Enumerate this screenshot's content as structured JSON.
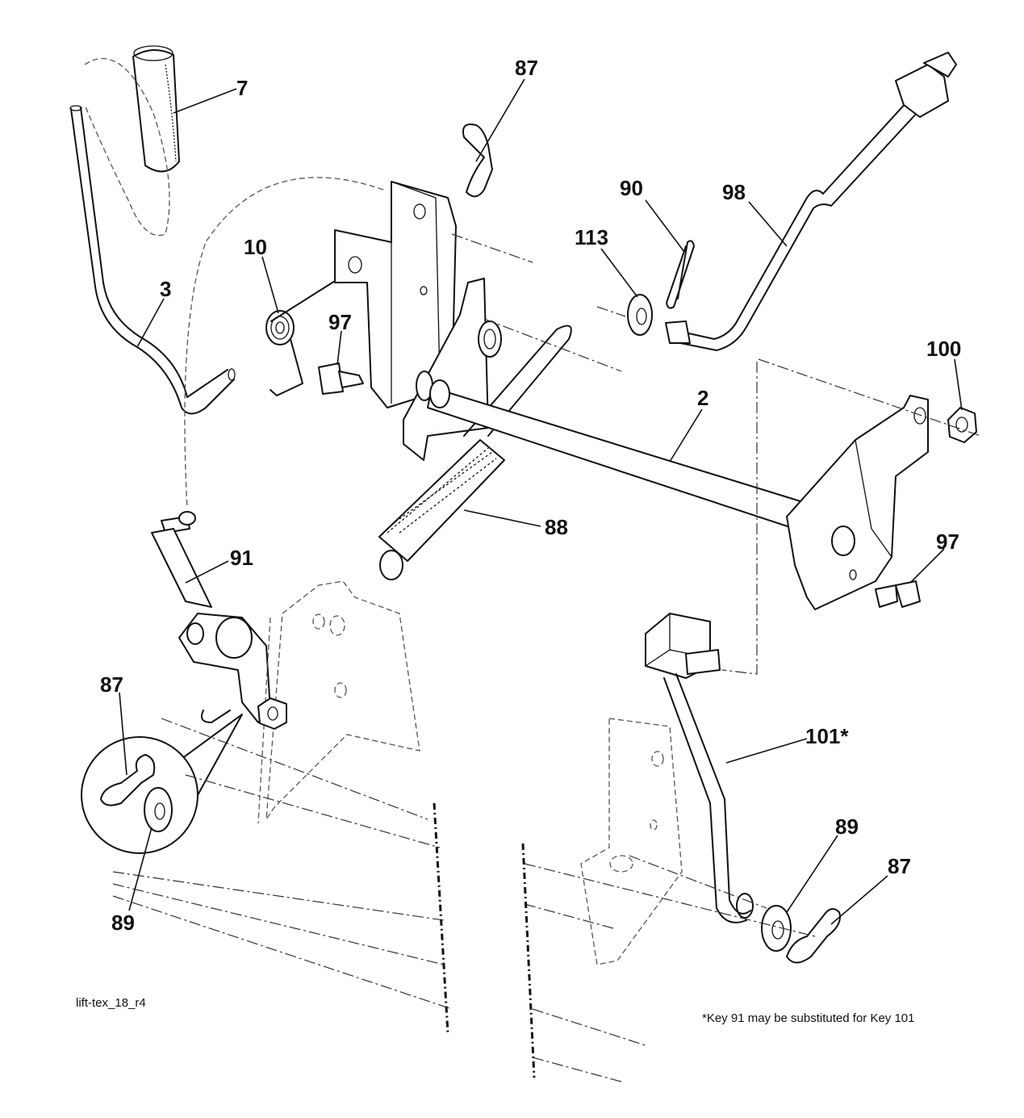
{
  "callouts": {
    "c7": "7",
    "c87a": "87",
    "c90": "90",
    "c98": "98",
    "c113": "113",
    "c10": "10",
    "c3": "3",
    "c97a": "97",
    "c100": "100",
    "c2": "2",
    "c88": "88",
    "c97b": "97",
    "c91": "91",
    "c87b": "87",
    "c101": "101*",
    "c89a": "89",
    "c87c": "87",
    "c89b": "89"
  },
  "drawing_id": "lift-tex_18_r4",
  "footnote": "*Key 91 may be substituted for Key 101"
}
